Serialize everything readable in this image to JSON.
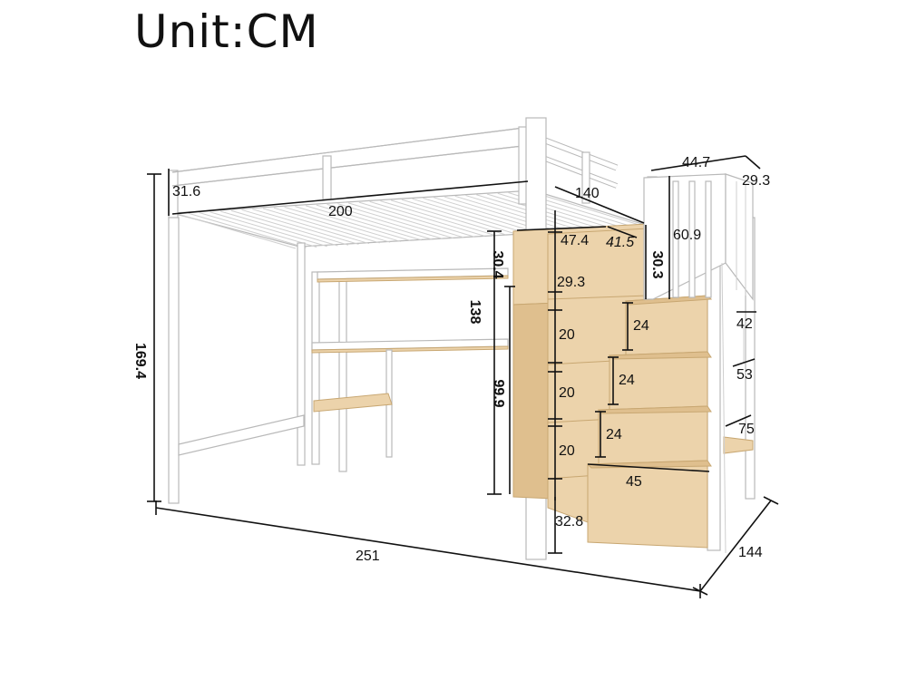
{
  "title": "Unit:CM",
  "dimensions": {
    "overall_height": "169.4",
    "guardrail_height": "31.6",
    "bed_length": "200",
    "bed_width": "140",
    "platform_depth": "47.4",
    "platform_width": "41.5",
    "top_gap": "30.4",
    "top_gap_right": "30.3",
    "railing_height": "60.9",
    "railing_width": "44.7",
    "railing_depth": "29.3",
    "first_cell": "29.3",
    "underside_height": "138",
    "desk_height": "99.9",
    "drawer_1": "20",
    "drawer_2": "20",
    "drawer_3": "20",
    "step_1": "24",
    "step_2": "24",
    "step_3": "24",
    "step_width": "45",
    "bottom_clearance": "32.8",
    "rail_gap_42": "42",
    "rail_gap_53": "53",
    "rail_gap_75": "75",
    "total_length": "251",
    "total_width": "144"
  }
}
